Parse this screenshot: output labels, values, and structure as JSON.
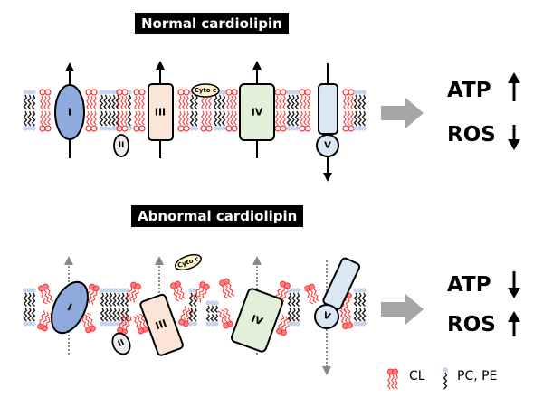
{
  "panels": [
    {
      "id": "normal",
      "title": "Normal cardiolipin",
      "complexes": {
        "I": "I",
        "II": "II",
        "III": "III",
        "IV": "IV",
        "V": "V",
        "cyto_c": "Cyto c"
      },
      "outcomes": [
        {
          "label": "ATP",
          "direction": "up"
        },
        {
          "label": "ROS",
          "direction": "down"
        }
      ]
    },
    {
      "id": "abnormal",
      "title": "Abnormal cardiolipin",
      "complexes": {
        "I": "I",
        "II": "II",
        "III": "III",
        "IV": "IV",
        "V": "V",
        "cyto_c": "Cyto c"
      },
      "outcomes": [
        {
          "label": "ATP",
          "direction": "down"
        },
        {
          "label": "ROS",
          "direction": "up"
        }
      ]
    }
  ],
  "legend": [
    {
      "icon": "cardiolipin-icon",
      "label": "CL"
    },
    {
      "icon": "phospholipid-icon",
      "label": "PC, PE"
    }
  ],
  "colors": {
    "complex_I": "#8faadc",
    "complex_II": "#ededed",
    "complex_III": "#fbe5d6",
    "complex_IV": "#e2f0d9",
    "complex_V": "#dae8f6",
    "cyto_c": "#fff2cc",
    "cardiolipin": "#ff2a2a",
    "phospholipid_head": "#c9d7ee",
    "phospholipid_tail": "#1a1a1a",
    "result_arrow": "#a6a6a6",
    "title_bg": "#000000",
    "title_fg": "#ffffff"
  }
}
